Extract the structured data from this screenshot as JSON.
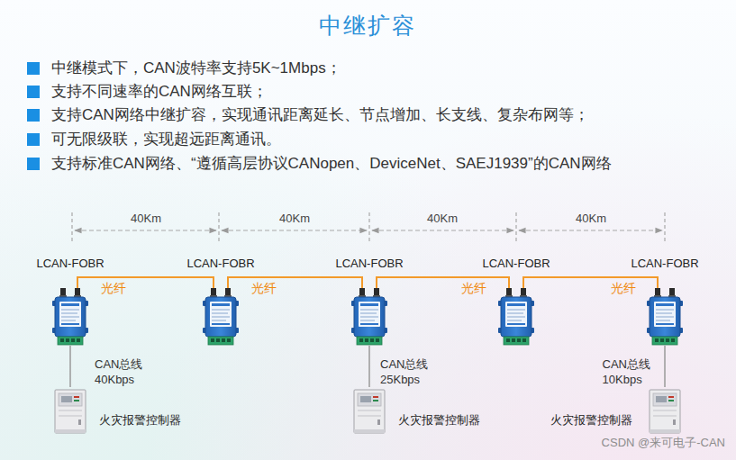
{
  "diagram": {
    "title": "中继扩容",
    "nodes": [
      {
        "text": [
          "LCAN-FOBR"
        ]
      },
      {
        "text": [
          "LCAN-FOBR"
        ]
      },
      {
        "text": [
          "LCAN-FOBR"
        ]
      },
      {
        "text": [
          "LCAN-FOBR"
        ]
      },
      {
        "text": [
          "LCAN-FOBR"
        ]
      },
      {
        "text": [
          "火灾报警控制器"
        ]
      },
      {
        "text": [
          "火灾报警控制器"
        ]
      },
      {
        "text": [
          "火灾报警控制器"
        ]
      }
    ],
    "edges": [
      {
        "from": 0,
        "to": 1,
        "label": "光纤",
        "arrow": "none"
      },
      {
        "from": 1,
        "to": 2,
        "label": "光纤",
        "arrow": "none"
      },
      {
        "from": 2,
        "to": 3,
        "label": "光纤",
        "arrow": "none"
      },
      {
        "from": 3,
        "to": 4,
        "label": "光纤",
        "arrow": "none"
      },
      {
        "from": 0,
        "to": 5,
        "label": "CAN总线 40Kbps",
        "arrow": "none"
      },
      {
        "from": 2,
        "to": 6,
        "label": "CAN总线 25Kbps",
        "arrow": "none"
      },
      {
        "from": 4,
        "to": 7,
        "label": "CAN总线 10Kbps",
        "arrow": "none"
      }
    ],
    "labels": [
      "中继模式下，CAN波特率支持5K~1Mbps；",
      "支持不同速率的CAN网络互联；",
      "支持CAN网络中继扩容，实现通讯距离延长、节点增加、长支线、复杂布网等；",
      "可无限级联，实现超远距离通讯。",
      "支持标准CAN网络、“遵循高层协议CANopen、DeviceNet、SAEJ1939”的CAN网络",
      "40Km",
      "40Km",
      "40Km",
      "40Km",
      "CSDN @来可电子-CAN"
    ]
  }
}
